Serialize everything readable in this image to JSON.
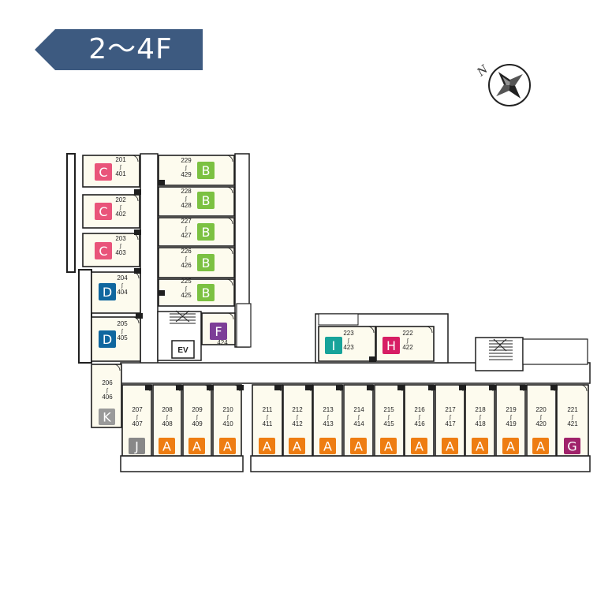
{
  "header": {
    "floor_label": "2～4F",
    "compass_letter": "N"
  },
  "colors": {
    "banner": "#3d5a80",
    "room_fill": "#fdfbee",
    "wall": "#1f1f1f",
    "A": "#ee7d12",
    "B": "#7cc142",
    "C": "#e9547a",
    "D": "#10679f",
    "F": "#7d3e97",
    "G": "#a0226a",
    "H": "#d71d64",
    "I": "#17a39a",
    "J": "#888888",
    "K": "#9a9a9a"
  },
  "labels": {
    "elevator": "EV",
    "tilde": "∫"
  },
  "rooms": [
    {
      "top": "201",
      "bottom": "401",
      "type": "C"
    },
    {
      "top": "202",
      "bottom": "402",
      "type": "C"
    },
    {
      "top": "203",
      "bottom": "403",
      "type": "C"
    },
    {
      "top": "204",
      "bottom": "404",
      "type": "D"
    },
    {
      "top": "205",
      "bottom": "405",
      "type": "D"
    },
    {
      "top": "206",
      "bottom": "406",
      "type": "K"
    },
    {
      "top": "207",
      "bottom": "407",
      "type": "J"
    },
    {
      "top": "208",
      "bottom": "408",
      "type": "A"
    },
    {
      "top": "209",
      "bottom": "409",
      "type": "A"
    },
    {
      "top": "210",
      "bottom": "410",
      "type": "A"
    },
    {
      "top": "211",
      "bottom": "411",
      "type": "A"
    },
    {
      "top": "212",
      "bottom": "412",
      "type": "A"
    },
    {
      "top": "213",
      "bottom": "413",
      "type": "A"
    },
    {
      "top": "214",
      "bottom": "414",
      "type": "A"
    },
    {
      "top": "215",
      "bottom": "415",
      "type": "A"
    },
    {
      "top": "216",
      "bottom": "416",
      "type": "A"
    },
    {
      "top": "217",
      "bottom": "417",
      "type": "A"
    },
    {
      "top": "218",
      "bottom": "418",
      "type": "A"
    },
    {
      "top": "219",
      "bottom": "419",
      "type": "A"
    },
    {
      "top": "220",
      "bottom": "420",
      "type": "A"
    },
    {
      "top": "221",
      "bottom": "421",
      "type": "G"
    },
    {
      "top": "222",
      "bottom": "422",
      "type": "H"
    },
    {
      "top": "223",
      "bottom": "423",
      "type": "I"
    },
    {
      "top": "",
      "bottom": "424",
      "type": "F"
    },
    {
      "top": "225",
      "bottom": "425",
      "type": "B"
    },
    {
      "top": "226",
      "bottom": "426",
      "type": "B"
    },
    {
      "top": "227",
      "bottom": "427",
      "type": "B"
    },
    {
      "top": "228",
      "bottom": "428",
      "type": "B"
    },
    {
      "top": "229",
      "bottom": "429",
      "type": "B"
    }
  ]
}
